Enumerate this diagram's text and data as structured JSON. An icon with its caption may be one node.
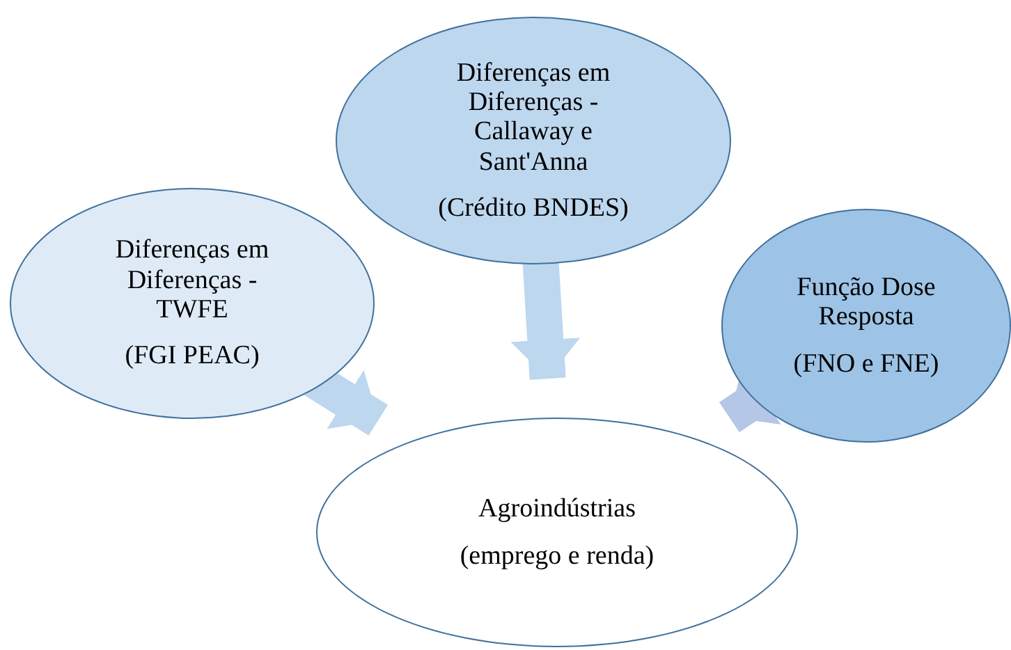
{
  "diagram": {
    "nodes": [
      {
        "text": [
          "Diferenças em Diferenças - Callaway e Sant'Anna",
          "(Crédito BNDES)"
        ]
      },
      {
        "text": [
          "Diferenças em Diferenças - TWFE",
          "(FGI PEAC)"
        ]
      },
      {
        "text": [
          "Função Dose Resposta",
          "(FNO e FNE)"
        ]
      },
      {
        "text": [
          "Agroindústrias",
          "(emprego e renda)"
        ]
      }
    ],
    "edges": [
      {
        "from": 1,
        "to": 3,
        "arrow": "to"
      },
      {
        "from": 0,
        "to": 3,
        "arrow": "to"
      },
      {
        "from": 2,
        "to": 3,
        "arrow": "to",
        "color": "#b4c7e7"
      }
    ]
  }
}
